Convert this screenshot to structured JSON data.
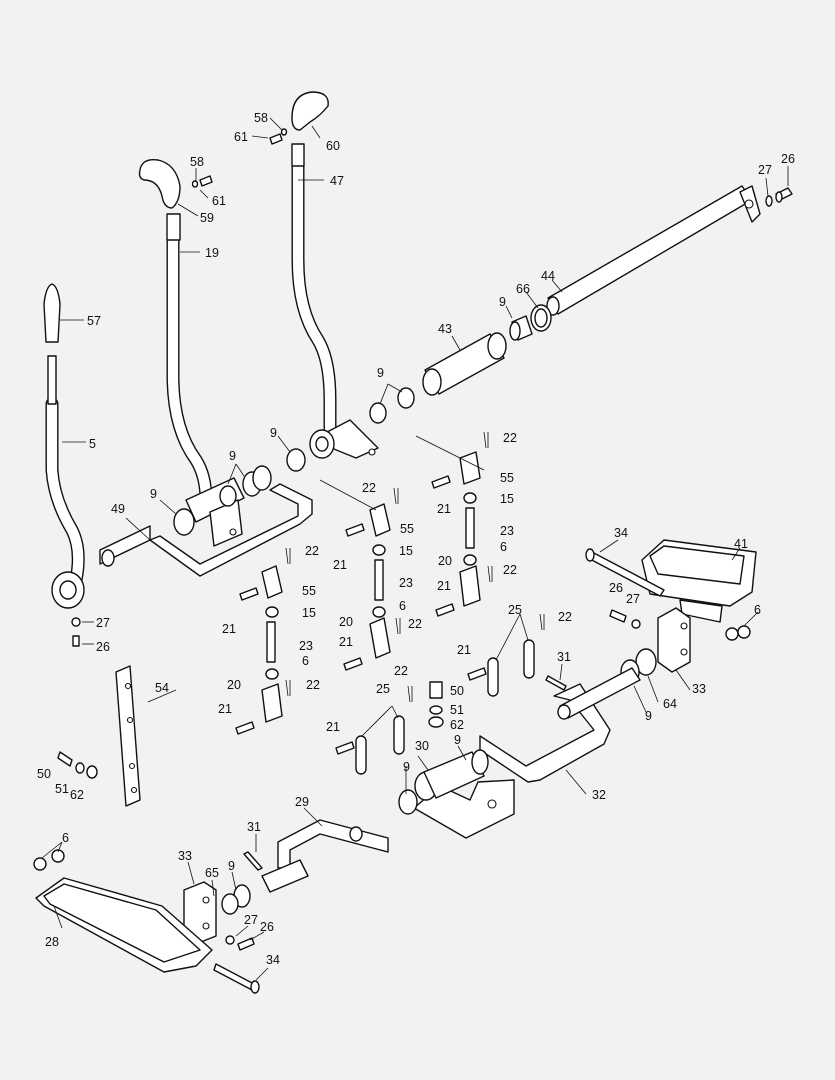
{
  "callouts": [
    {
      "id": "c-26a",
      "text": "26"
    },
    {
      "id": "c-27a",
      "text": "27"
    },
    {
      "id": "c-44",
      "text": "44"
    },
    {
      "id": "c-66",
      "text": "66"
    },
    {
      "id": "c-9a",
      "text": "9"
    },
    {
      "id": "c-43",
      "text": "43"
    },
    {
      "id": "c-9b",
      "text": "9"
    },
    {
      "id": "c-9c",
      "text": "9"
    },
    {
      "id": "c-58a",
      "text": "58"
    },
    {
      "id": "c-61a",
      "text": "61"
    },
    {
      "id": "c-60",
      "text": "60"
    },
    {
      "id": "c-47",
      "text": "47"
    },
    {
      "id": "c-58b",
      "text": "58"
    },
    {
      "id": "c-61b",
      "text": "61"
    },
    {
      "id": "c-59",
      "text": "59"
    },
    {
      "id": "c-19",
      "text": "19"
    },
    {
      "id": "c-57",
      "text": "57"
    },
    {
      "id": "c-5",
      "text": "5"
    },
    {
      "id": "c-9d",
      "text": "9"
    },
    {
      "id": "c-9e",
      "text": "9"
    },
    {
      "id": "c-49",
      "text": "49"
    },
    {
      "id": "c-22a",
      "text": "22"
    },
    {
      "id": "c-55a",
      "text": "55"
    },
    {
      "id": "c-21a",
      "text": "21"
    },
    {
      "id": "c-15a",
      "text": "15"
    },
    {
      "id": "c-23a",
      "text": "23"
    },
    {
      "id": "c-20a",
      "text": "20"
    },
    {
      "id": "c-6a",
      "text": "6"
    },
    {
      "id": "c-21b",
      "text": "21"
    },
    {
      "id": "c-22b",
      "text": "22"
    },
    {
      "id": "c-22c",
      "text": "22"
    },
    {
      "id": "c-55b",
      "text": "55"
    },
    {
      "id": "c-21c",
      "text": "21"
    },
    {
      "id": "c-15b",
      "text": "15"
    },
    {
      "id": "c-23b",
      "text": "23"
    },
    {
      "id": "c-20b",
      "text": "20"
    },
    {
      "id": "c-6b",
      "text": "6"
    },
    {
      "id": "c-21d",
      "text": "21"
    },
    {
      "id": "c-22d",
      "text": "22"
    },
    {
      "id": "c-22e",
      "text": "22"
    },
    {
      "id": "c-55c",
      "text": "55"
    },
    {
      "id": "c-21e",
      "text": "21"
    },
    {
      "id": "c-15c",
      "text": "15"
    },
    {
      "id": "c-23c",
      "text": "23"
    },
    {
      "id": "c-20c",
      "text": "20"
    },
    {
      "id": "c-6c",
      "text": "6"
    },
    {
      "id": "c-21f",
      "text": "21"
    },
    {
      "id": "c-22f",
      "text": "22"
    },
    {
      "id": "c-27b",
      "text": "27"
    },
    {
      "id": "c-26b",
      "text": "26"
    },
    {
      "id": "c-34a",
      "text": "34"
    },
    {
      "id": "c-41",
      "text": "41"
    },
    {
      "id": "c-26c",
      "text": "26"
    },
    {
      "id": "c-27c",
      "text": "27"
    },
    {
      "id": "c-6d",
      "text": "6"
    },
    {
      "id": "c-25a",
      "text": "25"
    },
    {
      "id": "c-22g",
      "text": "22"
    },
    {
      "id": "c-21g",
      "text": "21"
    },
    {
      "id": "c-31a",
      "text": "31"
    },
    {
      "id": "c-33a",
      "text": "33"
    },
    {
      "id": "c-64",
      "text": "64"
    },
    {
      "id": "c-9f",
      "text": "9"
    },
    {
      "id": "c-54",
      "text": "54"
    },
    {
      "id": "c-25b",
      "text": "25"
    },
    {
      "id": "c-22h",
      "text": "22"
    },
    {
      "id": "c-50a",
      "text": "50"
    },
    {
      "id": "c-51a",
      "text": "51"
    },
    {
      "id": "c-62a",
      "text": "62"
    },
    {
      "id": "c-21h",
      "text": "21"
    },
    {
      "id": "c-30",
      "text": "30"
    },
    {
      "id": "c-9g",
      "text": "9"
    },
    {
      "id": "c-9h",
      "text": "9"
    },
    {
      "id": "c-32",
      "text": "32"
    },
    {
      "id": "c-50b",
      "text": "50"
    },
    {
      "id": "c-51b",
      "text": "51"
    },
    {
      "id": "c-62b",
      "text": "62"
    },
    {
      "id": "c-29",
      "text": "29"
    },
    {
      "id": "c-31b",
      "text": "31"
    },
    {
      "id": "c-6e",
      "text": "6"
    },
    {
      "id": "c-33b",
      "text": "33"
    },
    {
      "id": "c-65",
      "text": "65"
    },
    {
      "id": "c-9i",
      "text": "9"
    },
    {
      "id": "c-27d",
      "text": "27"
    },
    {
      "id": "c-26d",
      "text": "26"
    },
    {
      "id": "c-28",
      "text": "28"
    },
    {
      "id": "c-34b",
      "text": "34"
    }
  ]
}
